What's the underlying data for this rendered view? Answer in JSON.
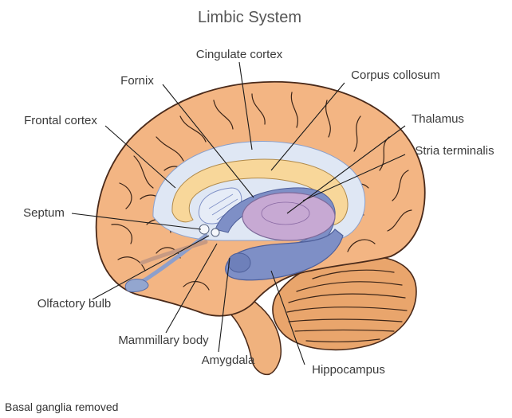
{
  "title": "Limbic System",
  "footnote": "Basal ganglia removed",
  "labels": {
    "cingulate_cortex": "Cingulate cortex",
    "fornix": "Fornix",
    "corpus_collosum": "Corpus collosum",
    "frontal_cortex": "Frontal cortex",
    "thalamus": "Thalamus",
    "stria_terminalis": "Stria terminalis",
    "septum": "Septum",
    "olfactory_bulb": "Olfactory bulb",
    "mammillary_body": "Mammillary body",
    "amygdala": "Amygdala",
    "hippocampus": "Hippocampus"
  },
  "colors": {
    "cortex": "#f3b583",
    "cortex_outline": "#4a2a1a",
    "cerebellum": "#e9a56c",
    "brainstem": "#f0b27e",
    "white_matter": "#dfe7f4",
    "corpus_callosum": "#f8d79a",
    "deep_structures": "#7e8fc6",
    "thalamus": "#c7a9d3",
    "olfactory": "#93a6cf"
  }
}
